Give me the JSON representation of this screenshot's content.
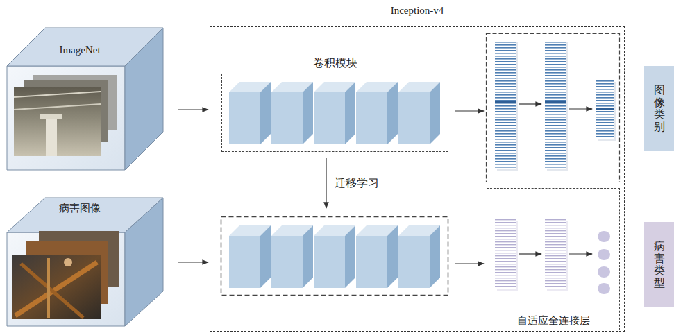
{
  "diagram": {
    "nodes": [
      {
        "text": [
          "ImageNet"
        ]
      },
      {
        "text": [
          "病害图像"
        ]
      },
      {
        "text": [
          "Inception-v4"
        ]
      },
      {
        "text": [
          "卷积模块"
        ],
        "in": 2
      },
      {
        "text": [
          "自适应全连接层"
        ],
        "in": 2
      },
      {
        "text": [
          "图像类别"
        ]
      },
      {
        "text": [
          "病害类型"
        ]
      }
    ],
    "edges": [
      {
        "from": 0,
        "to": 2,
        "arrow": "to"
      },
      {
        "from": 1,
        "to": 2,
        "arrow": "to"
      }
    ],
    "labels": [
      "迁移学习"
    ]
  }
}
